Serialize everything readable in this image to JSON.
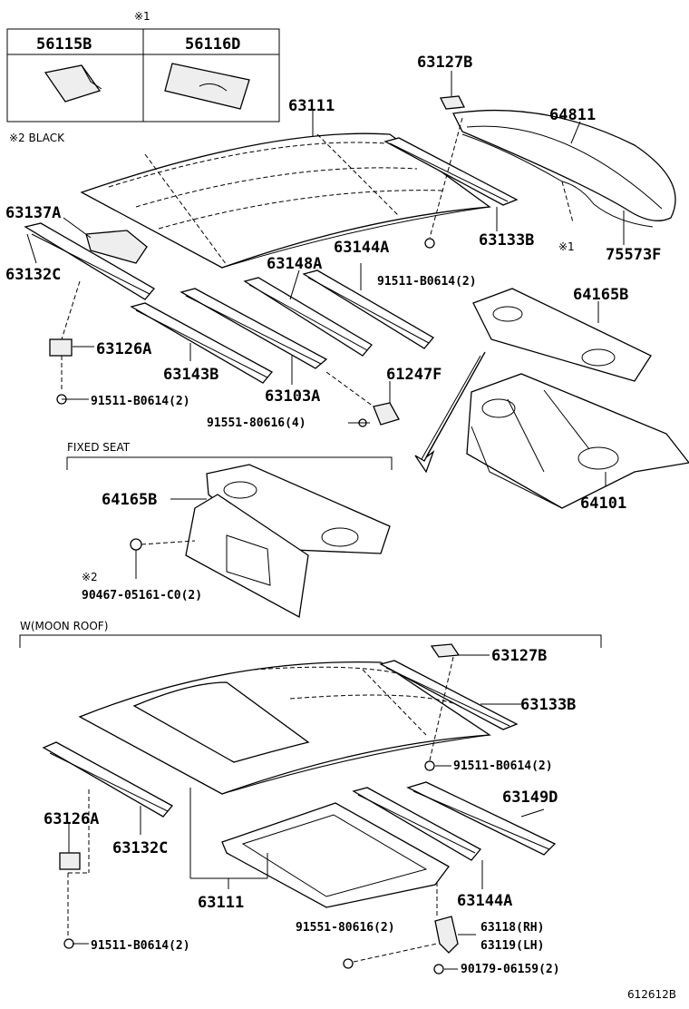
{
  "legend_box": {
    "mark": "※1",
    "col1": "56115B",
    "col2": "56116D",
    "note_black": "※2 BLACK"
  },
  "sections": {
    "fixed_seat": "FIXED SEAT",
    "moon_roof": "W(MOON ROOF)"
  },
  "parts_top": {
    "p63111": "63111",
    "p63127B": "63127B",
    "p64811": "64811",
    "p63137A": "63137A",
    "p63132C": "63132C",
    "p63133B": "63133B",
    "mark1": "※1",
    "p75573F": "75573F",
    "p63144A": "63144A",
    "p63148A": "63148A",
    "p91511a": "91511-B0614(2)",
    "p64165B": "64165B",
    "p63126A": "63126A",
    "p63143B": "63143B",
    "p63103A": "63103A",
    "p61247F": "61247F",
    "p91511b": "91511-B0614(2)",
    "p91551": "91551-80616(4)",
    "p64101": "64101"
  },
  "parts_fixed": {
    "p64165B": "64165B",
    "mark2": "※2",
    "p90467": "90467-05161-C0(2)"
  },
  "parts_moon": {
    "p63127B": "63127B",
    "p63133B": "63133B",
    "p91511c": "91511-B0614(2)",
    "p63126A": "63126A",
    "p63132C": "63132C",
    "p63149D": "63149D",
    "p63111": "63111",
    "p63144A": "63144A",
    "p91551": "91551-80616(2)",
    "p63118": "63118(RH)",
    "p63119": "63119(LH)",
    "p91511d": "91511-B0614(2)",
    "p90179": "90179-06159(2)"
  },
  "figure_code": "612612B"
}
